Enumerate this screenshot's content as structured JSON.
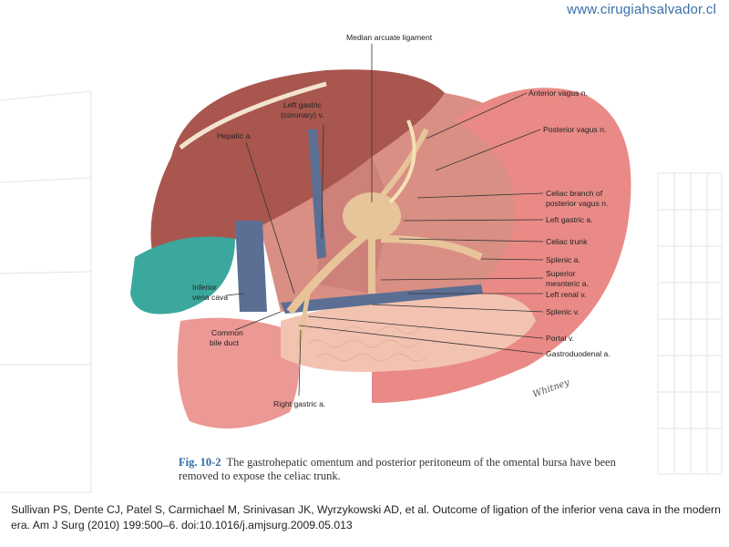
{
  "watermark": "www.cirugiahsalvador.cl",
  "figure": {
    "labels": {
      "median_arcuate_ligament": "Median arcuate ligament",
      "anterior_vagus": "Anterior vagus n.",
      "posterior_vagus": "Posterior vagus n.",
      "left_gastric_coronary_v_1": "Left gastric",
      "left_gastric_coronary_v_2": "(coronary) v.",
      "hepatic_a": "Hepatic a.",
      "celiac_branch_1": "Celiac branch of",
      "celiac_branch_2": "posterior vagus n.",
      "left_gastric_a": "Left gastric a.",
      "celiac_trunk": "Celiac trunk",
      "splenic_a": "Splenic a.",
      "superior_mesenteric_1": "Superior",
      "superior_mesenteric_2": "mesnteric a.",
      "left_renal_v": "Left renal v.",
      "splenic_v": "Splenic v.",
      "inferior_vena_cava_1": "Inferior",
      "inferior_vena_cava_2": "vena cava",
      "common_bile_duct_1": "Common",
      "common_bile_duct_2": "bile duct",
      "portal_v": "Portal v.",
      "gastroduodenal_a": "Gastroduodenal a.",
      "right_gastric_a": "Right gastric a."
    },
    "signature": "Whitney",
    "caption_number": "Fig. 10-2",
    "caption_text": "The gastrohepatic omentum and posterior peritoneum of the omental bursa have been removed to expose the celiac trunk."
  },
  "citation": "Sullivan PS, Dente CJ, Patel S, Carmichael M, Srinivasan JK, Wyrzykowski AD, et al. Outcome of ligation of the inferior vena cava in the modern era. Am J Surg (2010) 199:500–6. doi:10.1016/j.amjsurg.2009.05.013",
  "colors": {
    "liver": "#a9564f",
    "gallbladder": "#3aa89c",
    "stomach": "#e98a86",
    "vein": "#5b6f95",
    "artery": "#e7c49a",
    "pancreas": "#f2c3b0"
  }
}
